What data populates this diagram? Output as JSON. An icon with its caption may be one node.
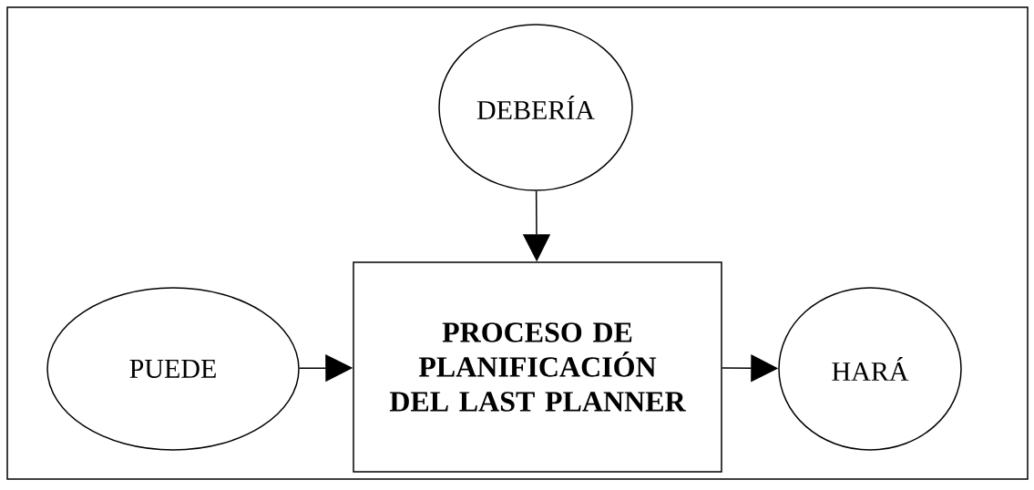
{
  "diagram": {
    "nodes": [
      {
        "text": [
          "DEBERÍA"
        ]
      },
      {
        "text": [
          "PUEDE"
        ]
      },
      {
        "text": [
          "PROCESO DE PLANIFICACIÓN DEL LAST PLANNER"
        ]
      },
      {
        "text": [
          "HARÁ"
        ]
      }
    ],
    "edges": [
      {
        "from": 0,
        "to": 2,
        "arrow": "to"
      },
      {
        "from": 1,
        "to": 2,
        "arrow": "to"
      },
      {
        "from": 2,
        "to": 3,
        "arrow": "to"
      }
    ]
  }
}
